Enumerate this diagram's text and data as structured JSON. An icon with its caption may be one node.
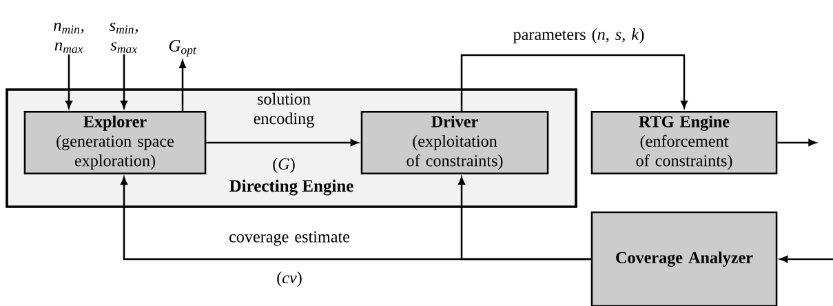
{
  "diagram": {
    "nodes": [
      {
        "text": [
          "Directing Engine"
        ]
      },
      {
        "text": [
          "Explorer",
          "(generation space exploration)"
        ],
        "in": 0
      },
      {
        "text": [
          "Driver",
          "(exploitation of constraints)"
        ],
        "in": 0
      },
      {
        "text": [
          "RTG Engine",
          "(enforcement of constraints)"
        ]
      },
      {
        "text": [
          "Coverage Analyzer"
        ]
      },
      {
        "text": [
          "n$_{min}$, n$_{max}$"
        ]
      },
      {
        "text": [
          "s$_{min}$, s$_{max}$"
        ]
      },
      {
        "text": [
          "G$_{opt}$"
        ]
      }
    ],
    "edges": [
      {
        "from": 5,
        "to": 1,
        "arrow": "to"
      },
      {
        "from": 6,
        "to": 1,
        "arrow": "to"
      },
      {
        "from": 1,
        "to": 7,
        "arrow": "to"
      },
      {
        "from": 1,
        "to": 2,
        "arrow": "to",
        "label": "solution encoding"
      },
      {
        "from": 2,
        "to": 3,
        "arrow": "to",
        "label": "parameters (*n*, *s*, *k*)"
      },
      {
        "from": 3,
        "to": null,
        "arrow": "to"
      },
      {
        "from": null,
        "to": 4,
        "arrow": "to"
      },
      {
        "from": 4,
        "to": 1,
        "arrow": "to",
        "label": "coverage estimate"
      },
      {
        "from": 4,
        "to": 2,
        "arrow": "to"
      }
    ],
    "labels": [
      "(*G*)",
      "(*cv*)"
    ]
  }
}
